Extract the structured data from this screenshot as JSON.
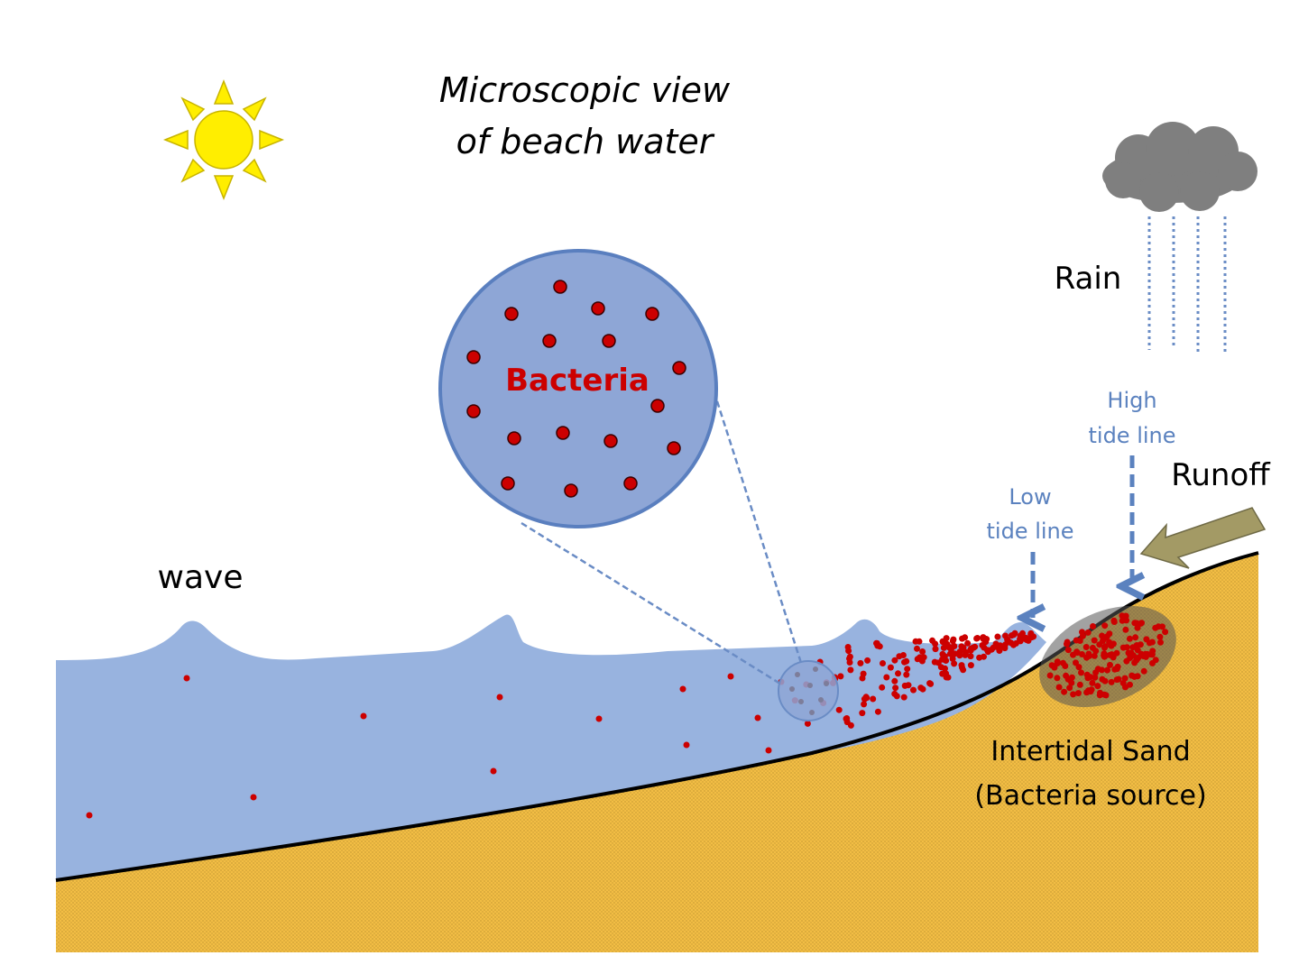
{
  "title": {
    "line1": "Microscopic view",
    "line2": "of beach water"
  },
  "labels": {
    "wave": "wave",
    "rain": "Rain",
    "runoff": "Runoff",
    "bacteria": "Bacteria",
    "high_tide_line1": "High",
    "high_tide_line2": "tide line",
    "low_tide_line1": "Low",
    "low_tide_line2": "tide line",
    "sand_line1": "Intertidal Sand",
    "sand_line2": "(Bacteria source)"
  },
  "icons": [
    "sun-icon",
    "rain-cloud-icon",
    "runoff-arrow-icon",
    "tide-arrow-icon"
  ],
  "colors": {
    "water": "#98b3df",
    "sand": "#f2bd44",
    "sand_dots": "#8a6a1c",
    "bacteria": "#cc0000",
    "magnifier": "#8ea6d6",
    "magnifier_stroke": "#5a7fbf",
    "tide_label": "#5b82bf",
    "sun": "#ffee00",
    "cloud": "#7f7f7f",
    "runoff_arrow": "#a39a65",
    "source_patch": "#555555"
  }
}
